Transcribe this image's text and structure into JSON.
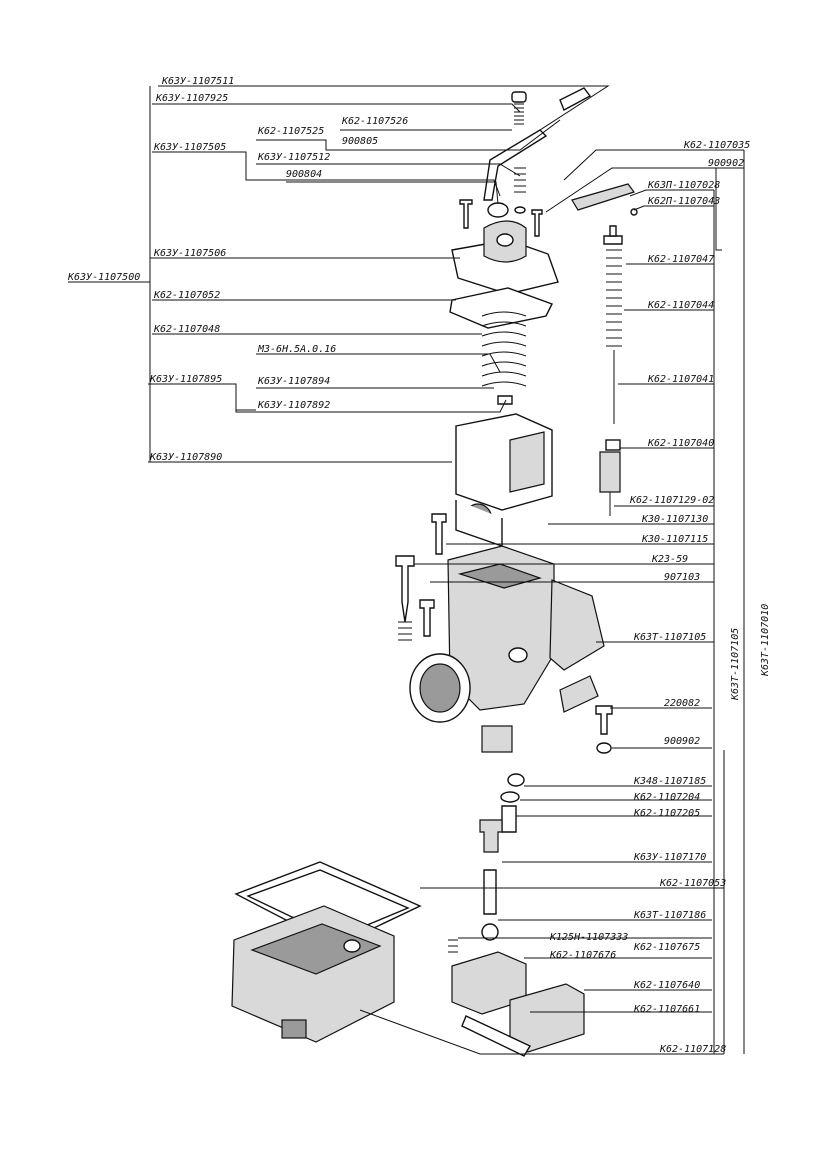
{
  "labels": {
    "l1": "К63У-1107511",
    "l2": "К63У-1107925",
    "l3": "К62-1107526",
    "l4": "К62-1107525",
    "l5": "900805",
    "l6": "К63У-1107505",
    "l7": "К63У-1107512",
    "l8": "900804",
    "l9": "К63У-1107506",
    "l10": "К63У-1107500",
    "l11": "К62-1107052",
    "l12": "К62-1107048",
    "l13": "М3-6Н.5А.0.16",
    "l14": "К63У-1107895",
    "l15": "К63У-1107894",
    "l16": "К63У-1107892",
    "l17": "К63У-1107890",
    "r1": "К62-1107035",
    "r2": "900902",
    "r3": "К63П-1107028",
    "r4": "К62П-1107043",
    "r5": "К62-1107047",
    "r6": "К62-1107044",
    "r7": "К62-1107041",
    "r8": "К62-1107040",
    "r9": "К62-1107129-02",
    "r10": "К30-1107130",
    "r11": "К30-1107115",
    "r12": "К23-59",
    "r13": "907103",
    "r14": "К63Т-1107105",
    "r15": "220082",
    "r16": "900902",
    "r17": "К348-1107185",
    "r18": "К62-1107204",
    "r19": "К62-1107205",
    "r20": "К63У-1107170",
    "r21": "К62-1107053",
    "r22": "К63Т-1107186",
    "r23": "К125Н-1107333",
    "r24": "К62-1107675",
    "r25": "К62-1107676",
    "r26": "К62-1107640",
    "r27": "К62-1107661",
    "r28": "К62-1107128",
    "v1": "К63Т-1107105",
    "v2": "К63Т-1107010"
  }
}
